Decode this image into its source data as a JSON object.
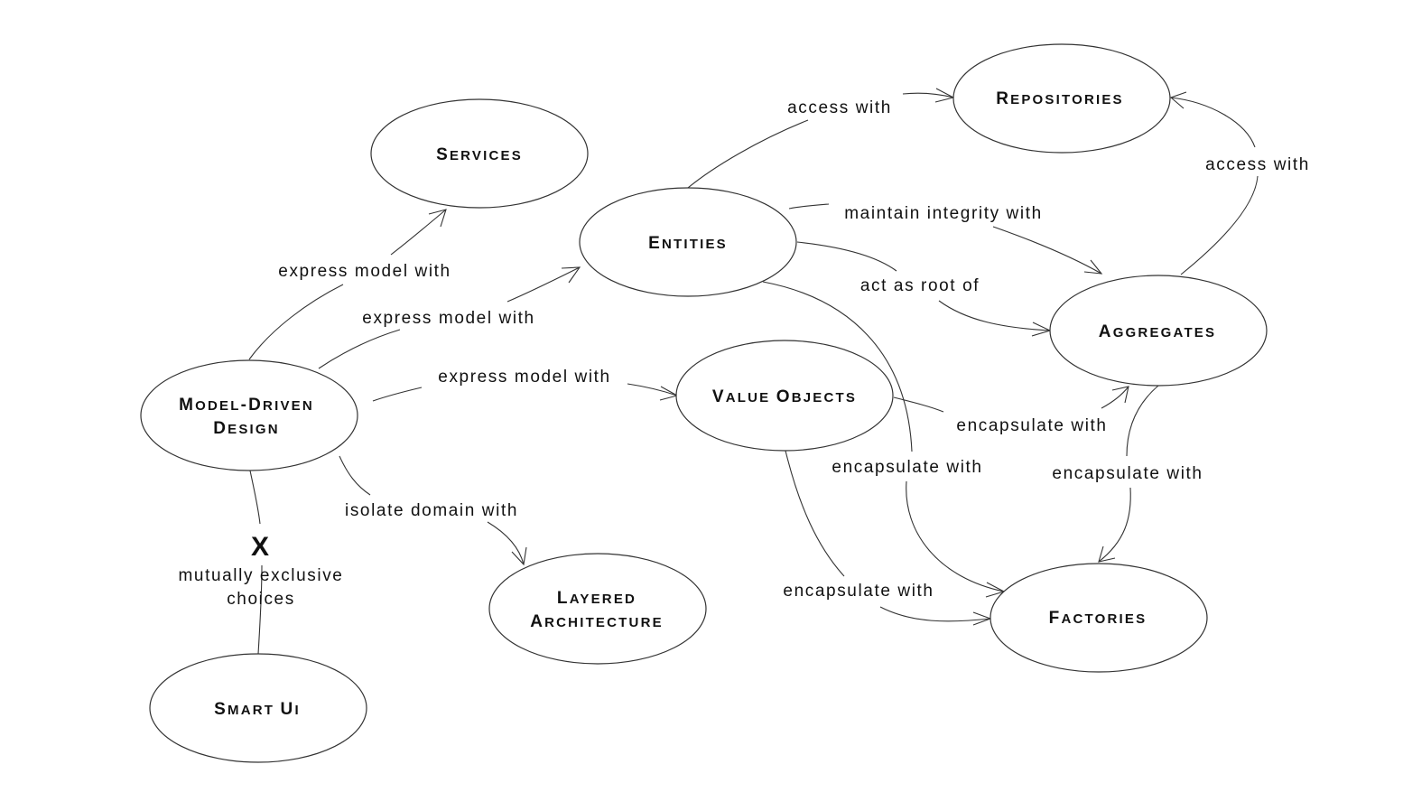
{
  "diagram": {
    "title": "Domain-Driven Design navigation map",
    "nodes": [
      {
        "id": "model-driven-design",
        "lines": [
          "Model-Driven",
          "Design"
        ]
      },
      {
        "id": "services",
        "lines": [
          "Services"
        ]
      },
      {
        "id": "entities",
        "lines": [
          "Entities"
        ]
      },
      {
        "id": "value-objects",
        "lines": [
          "Value Objects"
        ]
      },
      {
        "id": "repositories",
        "lines": [
          "Repositories"
        ]
      },
      {
        "id": "aggregates",
        "lines": [
          "Aggregates"
        ]
      },
      {
        "id": "factories",
        "lines": [
          "Factories"
        ]
      },
      {
        "id": "layered-architecture",
        "lines": [
          "Layered",
          "Architecture"
        ]
      },
      {
        "id": "smart-ui",
        "lines": [
          "Smart UI"
        ]
      }
    ],
    "edges": [
      {
        "from": "model-driven-design",
        "to": "services",
        "label": "express model with"
      },
      {
        "from": "model-driven-design",
        "to": "entities",
        "label": "express model with"
      },
      {
        "from": "model-driven-design",
        "to": "value-objects",
        "label": "express model with"
      },
      {
        "from": "model-driven-design",
        "to": "layered-architecture",
        "label": "isolate domain with"
      },
      {
        "from": "model-driven-design",
        "to": "smart-ui",
        "label": "mutually exclusive choices",
        "label_lines": [
          "mutually exclusive",
          "choices"
        ],
        "marker": "X"
      },
      {
        "from": "entities",
        "to": "repositories",
        "label": "access with"
      },
      {
        "from": "entities",
        "to": "aggregates",
        "label": "maintain integrity with"
      },
      {
        "from": "entities",
        "to": "aggregates",
        "label": "act as root of"
      },
      {
        "from": "entities",
        "to": "factories",
        "label": "encapsulate with"
      },
      {
        "from": "value-objects",
        "to": "aggregates",
        "label": "encapsulate with"
      },
      {
        "from": "value-objects",
        "to": "factories",
        "label": "encapsulate with"
      },
      {
        "from": "aggregates",
        "to": "repositories",
        "label": "access with"
      },
      {
        "from": "aggregates",
        "to": "factories",
        "label": "encapsulate with"
      }
    ]
  }
}
